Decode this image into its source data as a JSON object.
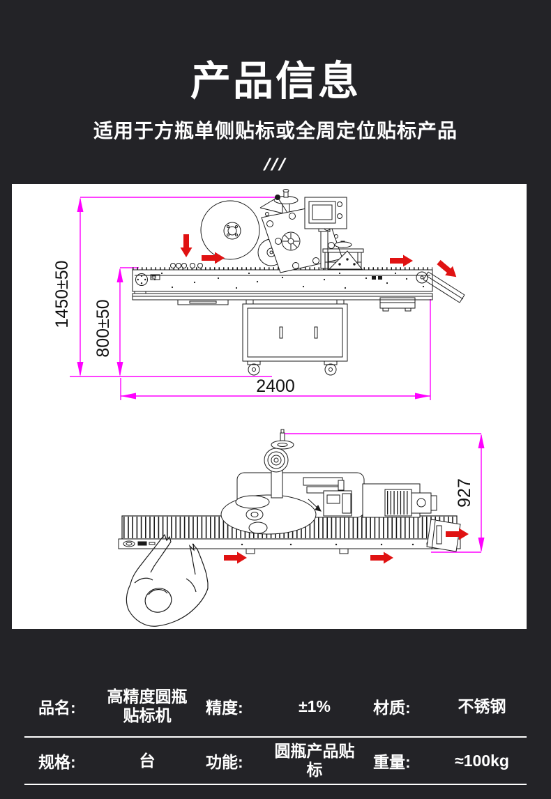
{
  "page": {
    "background_color": "#232327",
    "panel_background": "#ffffff"
  },
  "header": {
    "title": "产品信息",
    "subtitle": "适用于方瓶单侧贴标或全周定位贴标产品",
    "decor_slashes": "///"
  },
  "diagram": {
    "description": "labeling-machine engineering drawing, side view and top view",
    "dimensions": {
      "overall_height": "1450±50",
      "belt_height": "800±50",
      "overall_length": "2400",
      "overall_width": "927"
    },
    "colors": {
      "dimension_line": "#ff00ff",
      "flow_arrow": "#e01212",
      "drawing_line": "#1a1a1a"
    }
  },
  "specs": {
    "rows": [
      [
        {
          "label": "品名:",
          "value": "高精度圆瓶\n贴标机"
        },
        {
          "label": "精度:",
          "value": "±1%"
        },
        {
          "label": "材质:",
          "value": "不锈钢"
        }
      ],
      [
        {
          "label": "规格:",
          "value": "台"
        },
        {
          "label": "功能:",
          "value": "圆瓶产品贴\n标"
        },
        {
          "label": "重量:",
          "value": "≈100kg"
        }
      ]
    ]
  }
}
